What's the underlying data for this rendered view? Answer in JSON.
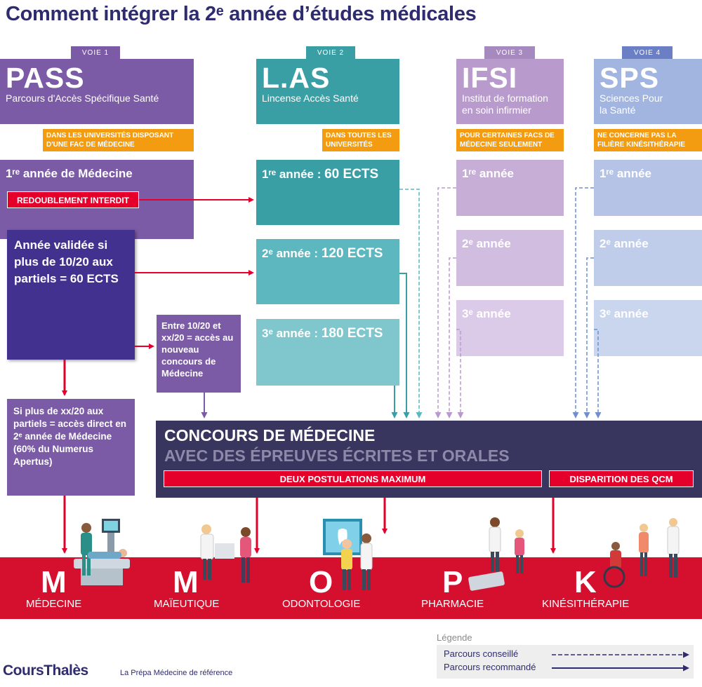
{
  "title": "Comment intégrer la 2ᵉ année d’études médicales",
  "voies": [
    {
      "tag": "VOIE 1",
      "name": "PASS",
      "sub": "Parcours d'Accès Spécifique Santé",
      "cond": "DANS LES UNIVERSITÉS DISPOSANT D'UNE FAC DE MÉDECINE",
      "color": "#7b5aa6"
    },
    {
      "tag": "VOIE 2",
      "name": "L.AS",
      "sub": "Lincense Accès Santé",
      "cond": "DANS TOUTES LES UNIVERSITÉS",
      "color": "#3a9fa5"
    },
    {
      "tag": "VOIE 3",
      "name": "IFSI",
      "sub": "Institut de formation en soin infirmier",
      "cond": "POUR CERTAINES FACS DE MÉDECINE SEULEMENT",
      "color": "#b89bcc"
    },
    {
      "tag": "VOIE 4",
      "name": "SPS",
      "sub": "Sciences Pour la Santé",
      "cond": "NE CONCERNE PAS LA FILIÈRE KINÉSITHÉRAPIE",
      "color": "#a2b5e0"
    }
  ],
  "pass": {
    "year1": "1ʳᵉ année de Médecine",
    "redoublement": "REDOUBLEMENT INTERDIT",
    "validee": "Année validée si plus de 10/20 aux partiels = 60 ECTS",
    "entre": "Entre 10/20 et xx/20 = accès au nouveau concours de Médecine",
    "direct": "Si plus de xx/20 aux partiels = accès direct en 2ᵉ année de Médecine (60% du Numerus Apertus)"
  },
  "las": {
    "y1_label": "1ʳᵉ année :",
    "y1_ects": "60 ECTS",
    "y2_label": "2ᵉ année :",
    "y2_ects": "120 ECTS",
    "y3_label": "3ᵉ année :",
    "y3_ects": "180 ECTS"
  },
  "years": {
    "y1": "1ʳᵉ année",
    "y2": "2ᵉ année",
    "y3": "3ᵉ année"
  },
  "concours": {
    "title": "CONCOURS DE MÉDECINE",
    "subtitle": "AVEC DES ÉPREUVES ÉCRITES ET ORALES",
    "postulations": "DEUX POSTULATIONS MAXIMUM",
    "qcm": "DISPARITION DES QCM"
  },
  "filieres": [
    {
      "letter": "M",
      "name": "MÉDECINE"
    },
    {
      "letter": "M",
      "name": "MAÏEUTIQUE"
    },
    {
      "letter": "O",
      "name": "ODONTOLOGIE"
    },
    {
      "letter": "P",
      "name": "PHARMACIE"
    },
    {
      "letter": "K",
      "name": "KINÉSITHÉRAPIE"
    }
  ],
  "legende": {
    "title": "Légende",
    "conseille": "Parcours conseillé",
    "recommande": "Parcours recommandé"
  },
  "brand": {
    "name": "CoursThalès",
    "tagline": "La Prépa Médecine de référence"
  },
  "colors": {
    "title": "#2e2c6e",
    "pass": "#7b5aa6",
    "pass_dark": "#43318f",
    "las": "#3a9fa5",
    "ifsi": "#b89bcc",
    "sps": "#a2b5e0",
    "red": "#d5102f",
    "orange": "#f39c12",
    "concours": "#38355f"
  }
}
